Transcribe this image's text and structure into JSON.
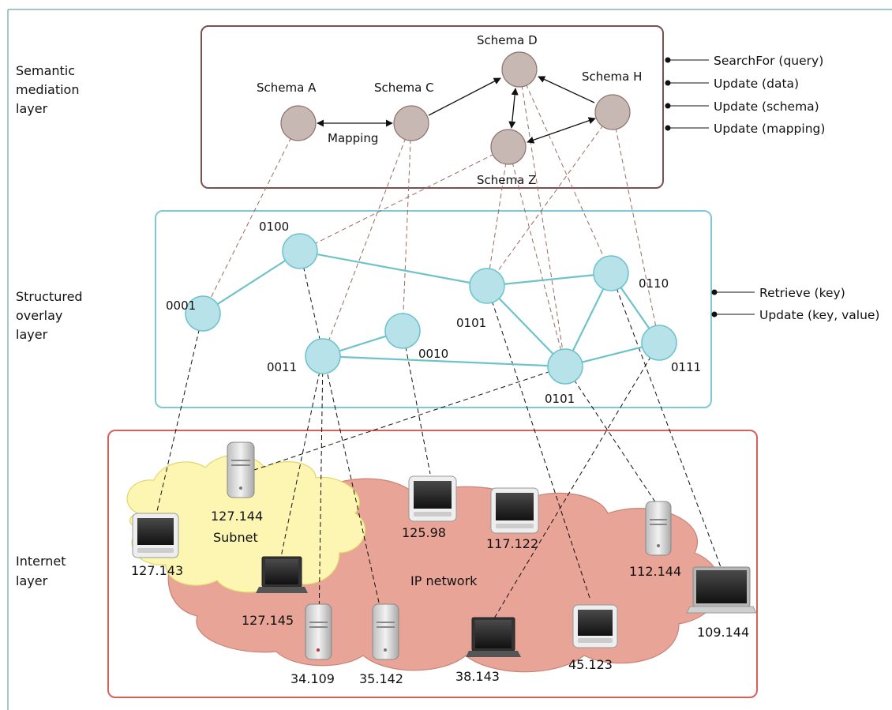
{
  "layers": {
    "semantic": [
      "Semantic",
      "mediation",
      "layer"
    ],
    "overlay": [
      "Structured",
      "overlay",
      "layer"
    ],
    "internet": [
      "Internet",
      "layer"
    ]
  },
  "schemas": {
    "a": "Schema  A",
    "c": "Schema C",
    "d": "Schema D",
    "h": "Schema H",
    "z": "Schema Z",
    "mapping": "Mapping"
  },
  "semantic_api": [
    "SearchFor (query)",
    "Update (data)",
    "Update (schema)",
    "Update (mapping)"
  ],
  "overlay_api": [
    "Retrieve (key)",
    "Update (key, value)"
  ],
  "overlay_nodes": {
    "n0100": "0100",
    "n0001": "0001",
    "n0011": "0011",
    "n0010": "0010",
    "n0101a": "0101",
    "n0110": "0110",
    "n0101b": "0101",
    "n0111": "0111"
  },
  "network": {
    "subnet": "Subnet",
    "ip_network": "IP network"
  },
  "hosts": {
    "h127_144": "127.144",
    "h127_143": "127.143",
    "h127_145": "127.145",
    "h125_98": "125.98",
    "h117_122": "117.122",
    "h112_144": "112.144",
    "h109_144": "109.144",
    "h34_109": "34.109",
    "h35_142": "35.142",
    "h38_143": "38.143",
    "h45_123": "45.123"
  },
  "colors": {
    "semantic_border": "#7a5050",
    "overlay_border": "#7dcad2",
    "internet_border": "#d9605a",
    "schema_node": "#c8b8b4",
    "overlay_node": "#b8e2ea",
    "overlay_edge": "#6dc3ca",
    "subnet_cloud": "#fdf6b2",
    "ip_cloud": "#e8a497"
  }
}
